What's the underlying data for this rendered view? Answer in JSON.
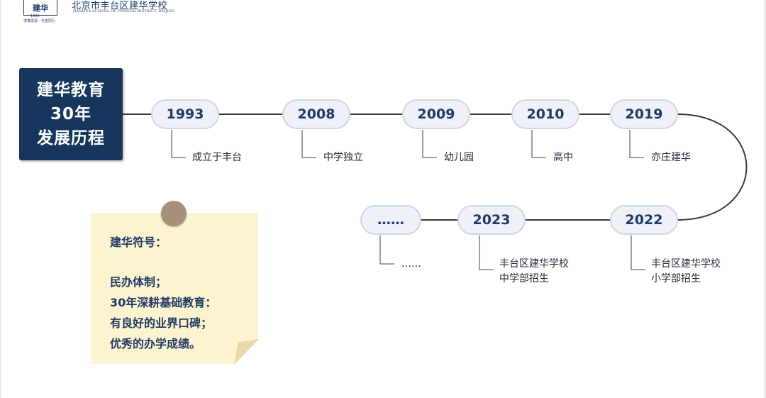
{
  "header": {
    "logo_text": "建华",
    "logo_year": "1993",
    "logo_slogan": "求真思源 · 与善同行",
    "school_name": "北京市丰台区建华学校",
    "school_name_en": "JIANHUA SCHOOL OF FENGTAI DISTRICT, BEIJING"
  },
  "title": {
    "lines": [
      "建华教育",
      "30年",
      "发展历程"
    ]
  },
  "timeline": [
    {
      "year": "1993",
      "event": [
        "成立于丰台"
      ]
    },
    {
      "year": "2008",
      "event": [
        "中学独立"
      ]
    },
    {
      "year": "2009",
      "event": [
        "幼儿园"
      ]
    },
    {
      "year": "2010",
      "event": [
        "高中"
      ]
    },
    {
      "year": "2019",
      "event": [
        "亦庄建华"
      ]
    },
    {
      "year": "2022",
      "event": [
        "丰台区建华学校",
        "小学部招生"
      ]
    },
    {
      "year": "2023",
      "event": [
        "丰台区建华学校",
        "中学部招生"
      ]
    },
    {
      "year": "……",
      "event": [
        "……"
      ]
    }
  ],
  "note": {
    "heading": "建华符号：",
    "lines": [
      "民办体制；",
      "30年深耕基础教育：",
      "有良好的业界口碑；",
      "优秀的办学成绩。"
    ]
  },
  "colors": {
    "navy": "#17365d",
    "pill_fill": "#eef1f8",
    "pill_border": "#cfd6e4",
    "note_fill": "#fdf3cf",
    "pin": "#a79179",
    "line": "#3a3a3a"
  }
}
